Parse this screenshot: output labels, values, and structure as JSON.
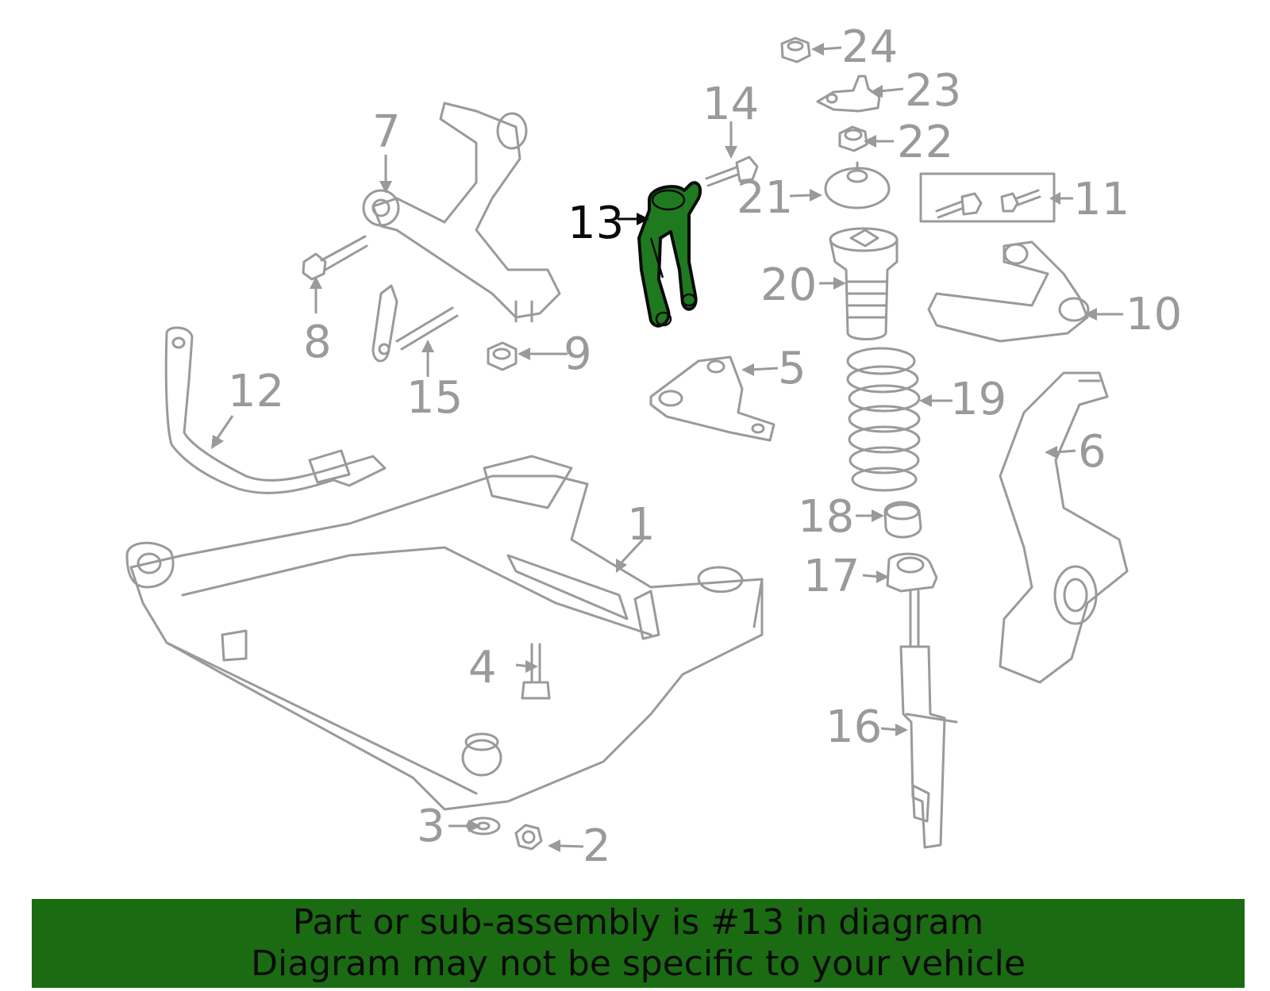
{
  "diagram": {
    "highlighted_part": "13",
    "callouts": [
      "1",
      "2",
      "3",
      "4",
      "5",
      "6",
      "7",
      "8",
      "9",
      "10",
      "11",
      "12",
      "13",
      "14",
      "15",
      "16",
      "17",
      "18",
      "19",
      "20",
      "21",
      "22",
      "23",
      "24"
    ]
  },
  "banner": {
    "line1": "Part or sub-assembly is #13 in diagram",
    "line2": "Diagram may not be specific to your vehicle"
  },
  "colors": {
    "highlight": "#1f7a1f",
    "banner": "#1a6b12",
    "line_art": "#9a9a9a"
  }
}
